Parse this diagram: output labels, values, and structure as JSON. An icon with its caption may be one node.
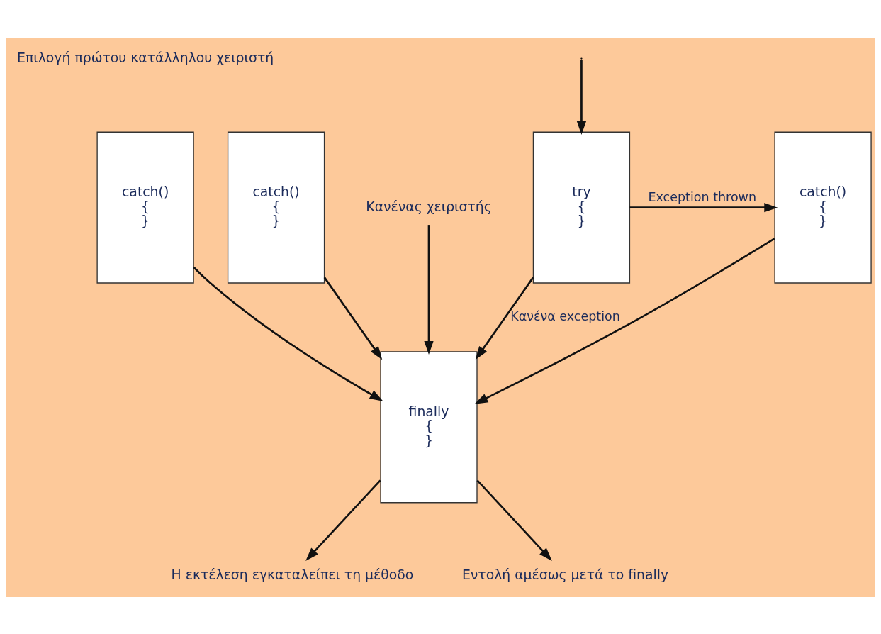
{
  "diagram": {
    "nodes": [
      {
        "text": [
          "try",
          "{",
          "}"
        ]
      },
      {
        "text": [
          "catch()",
          "{",
          "}"
        ]
      },
      {
        "text": [
          "catch()",
          "{",
          "}"
        ]
      },
      {
        "text": [
          "catch()",
          "{",
          "}"
        ]
      },
      {
        "text": [
          "finally",
          "{",
          "}"
        ]
      },
      {
        "text": [
          "Η εκτέλεση εγκαταλείπει τη μέθοδο"
        ]
      },
      {
        "text": [
          "Εντολή αμέσως μετά το finally"
        ]
      },
      {
        "text": [
          "Κανένας χειριστής"
        ]
      }
    ],
    "edges": [
      {
        "from": null,
        "to": 0,
        "arrow": "to"
      },
      {
        "from": 0,
        "to": 1,
        "arrow": "to",
        "label": "Exception thrown"
      },
      {
        "from": 0,
        "to": 4,
        "arrow": "to",
        "label": "Κανένα exception"
      },
      {
        "from": 1,
        "to": 4,
        "arrow": "to"
      },
      {
        "from": 2,
        "to": 4,
        "arrow": "to"
      },
      {
        "from": 3,
        "to": 4,
        "arrow": "to"
      },
      {
        "from": 7,
        "to": 4,
        "arrow": "to"
      },
      {
        "from": 4,
        "to": 5,
        "arrow": "to"
      },
      {
        "from": 4,
        "to": 6,
        "arrow": "to"
      }
    ],
    "labels": [
      "Επιλογή πρώτου κατάλληλου χειριστή"
    ]
  }
}
